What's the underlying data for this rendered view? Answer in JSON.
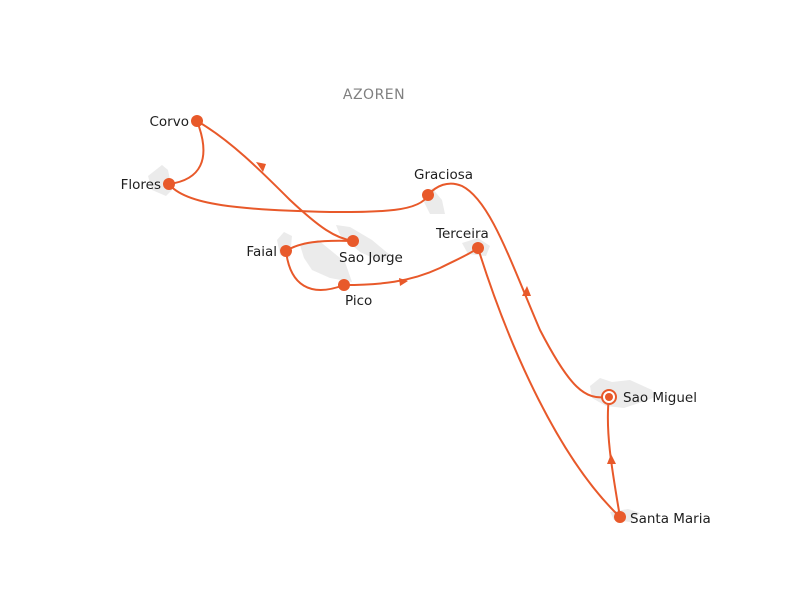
{
  "map": {
    "title": "AZOREN",
    "route_color": "#e8592a",
    "island_color": "#ebebeb",
    "islands": [
      {
        "name": "Corvo",
        "role": "stop"
      },
      {
        "name": "Flores",
        "role": "stop"
      },
      {
        "name": "Graciosa",
        "role": "stop"
      },
      {
        "name": "Faial",
        "role": "stop"
      },
      {
        "name": "Sao Jorge",
        "role": "stop"
      },
      {
        "name": "Pico",
        "role": "stop"
      },
      {
        "name": "Terceira",
        "role": "stop"
      },
      {
        "name": "Sao Miguel",
        "role": "start-end"
      },
      {
        "name": "Santa Maria",
        "role": "stop"
      }
    ],
    "route_order": [
      "Sao Miguel",
      "Graciosa",
      "Flores",
      "Corvo",
      "Sao Jorge",
      "Faial",
      "Pico",
      "Terceira",
      "Santa Maria",
      "Sao Miguel"
    ]
  }
}
